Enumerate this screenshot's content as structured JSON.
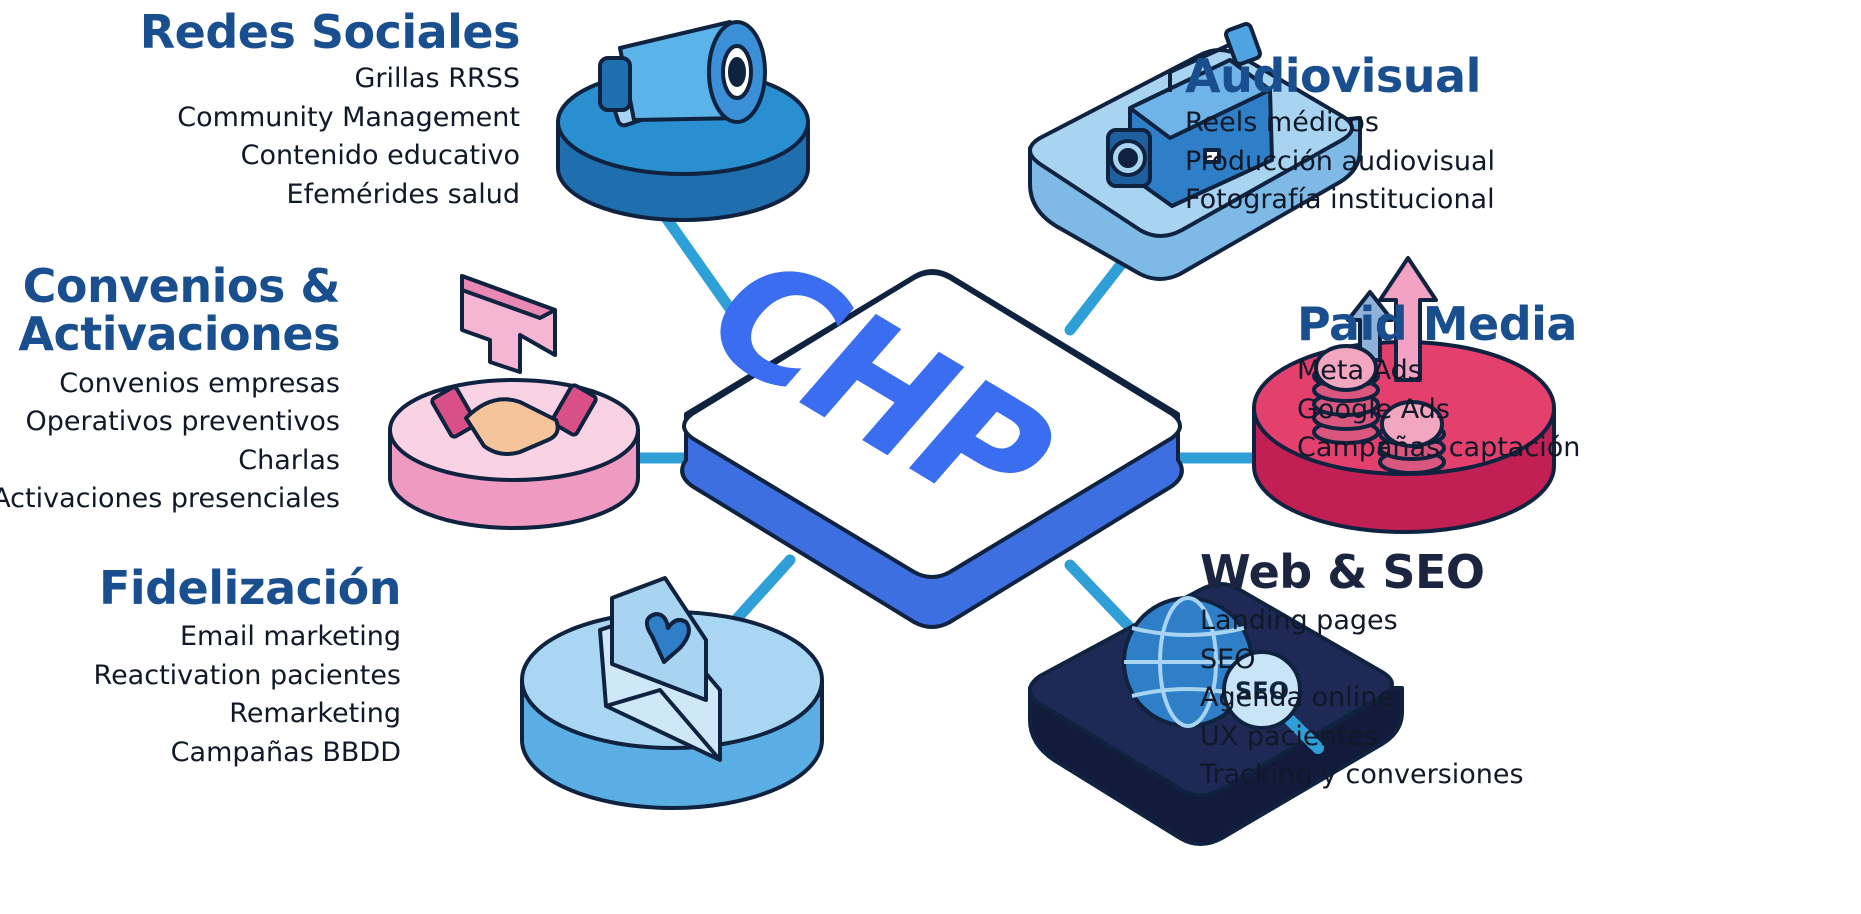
{
  "hub": {
    "label": "CHP"
  },
  "colors": {
    "title": "#1a4f8f",
    "hub_text": "#3a6df0",
    "hub_side": "#3d6fe0",
    "connector": "#2f9fd8",
    "outline": "#0f2340",
    "redes": "#2a8fd1",
    "audiovisual": "#a8d4f2",
    "paid": "#e3406e",
    "convenios": "#f6c0d8",
    "fidelizacion": "#a9d7f3",
    "web": "#1e2a55"
  },
  "categories": [
    {
      "id": "redes",
      "title": "Redes Sociales",
      "icon": "megaphone-icon",
      "items": [
        "Grillas RRSS",
        "Community Management",
        "Contenido educativo",
        "Efemérides salud"
      ]
    },
    {
      "id": "audiovisual",
      "title": "Audiovisual",
      "icon": "video-camera-icon",
      "items": [
        "Reels médicos",
        "Producción audiovisual",
        "Fotografía institucional"
      ]
    },
    {
      "id": "convenios",
      "title_lines": [
        "Convenios &",
        "Activaciones"
      ],
      "icon": "handshake-icon",
      "items": [
        "Convenios empresas",
        "Operativos preventivos",
        "Charlas",
        "Activaciones presenciales"
      ]
    },
    {
      "id": "paid",
      "title": "Paid Media",
      "icon": "coins-arrows-icon",
      "items": [
        "Meta Ads",
        "Google Ads",
        "Campañas captación"
      ]
    },
    {
      "id": "fidelizacion",
      "title": "Fidelización",
      "icon": "heart-envelope-icon",
      "items": [
        "Email marketing",
        "Reactivation pacientes",
        "Remarketing",
        "Campañas BBDD"
      ]
    },
    {
      "id": "web",
      "title": "Web & SEO",
      "icon": "globe-seo-icon",
      "seo_badge": "SEO",
      "items": [
        "Landing pages",
        "SEO",
        "Agenda online",
        "UX pacientes",
        "Tracking y conversiones"
      ]
    }
  ]
}
